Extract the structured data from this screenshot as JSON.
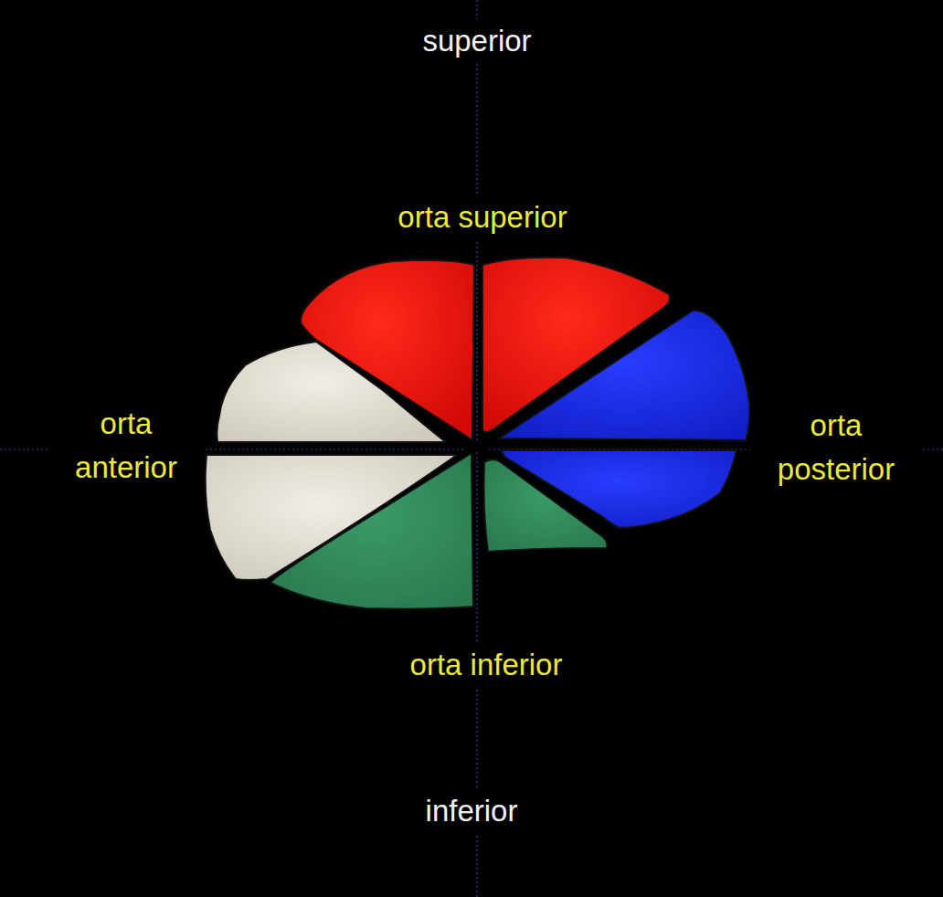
{
  "diagram": {
    "labels": [
      "superior",
      "orta superior",
      "orta anterior",
      "orta posterior",
      "orta inferior",
      "inferior"
    ]
  }
}
